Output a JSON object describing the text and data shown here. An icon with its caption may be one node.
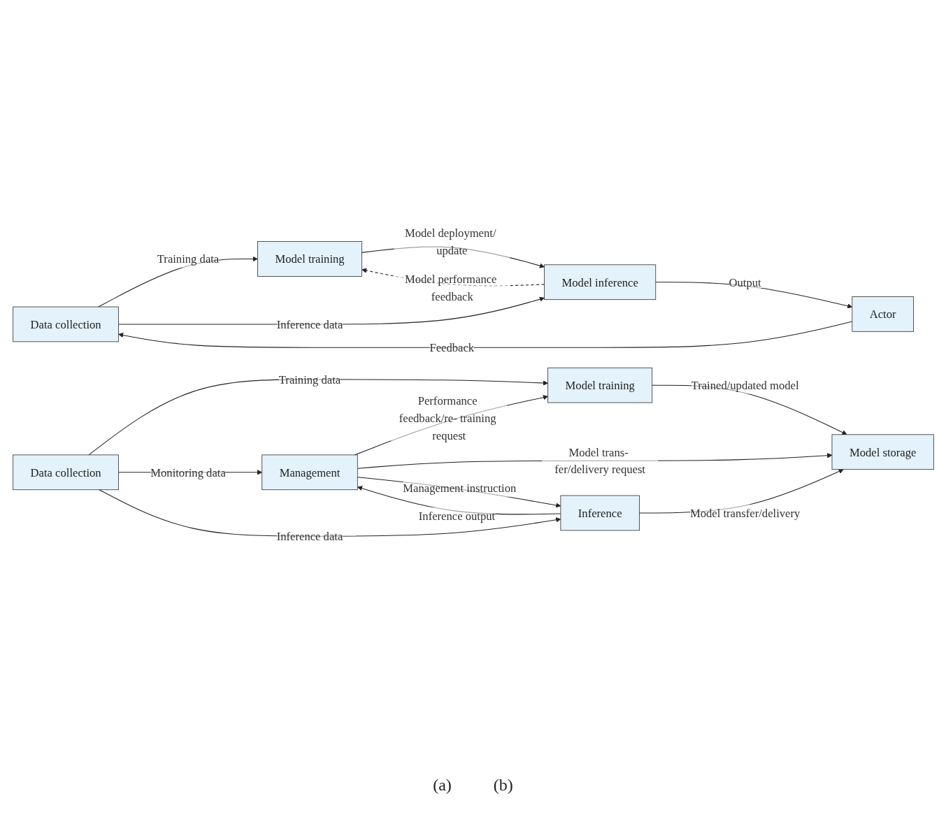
{
  "diagram": {
    "nodes": [
      {
        "text": [
          "Data collection"
        ]
      },
      {
        "text": [
          "Model training"
        ]
      },
      {
        "text": [
          "Model inference"
        ]
      },
      {
        "text": [
          "Actor"
        ]
      },
      {
        "text": [
          "Data collection"
        ]
      },
      {
        "text": [
          "Model training"
        ]
      },
      {
        "text": [
          "Management"
        ]
      },
      {
        "text": [
          "Model storage"
        ]
      },
      {
        "text": [
          "Inference"
        ]
      }
    ],
    "edges": [
      {
        "from": 0,
        "to": 1,
        "arrow": "to",
        "label": "Training data"
      },
      {
        "from": 1,
        "to": 2,
        "arrow": "to",
        "label": "Model deployment/ update"
      },
      {
        "from": 2,
        "to": 1,
        "arrow": "to",
        "label": "Model performance feedback",
        "style": "dashed"
      },
      {
        "from": 0,
        "to": 2,
        "arrow": "to",
        "label": "Inference data"
      },
      {
        "from": 2,
        "to": 3,
        "arrow": "to",
        "label": "Output"
      },
      {
        "from": 3,
        "to": 0,
        "arrow": "to",
        "label": "Feedback"
      },
      {
        "from": 4,
        "to": 5,
        "arrow": "to",
        "label": "Training data"
      },
      {
        "from": 4,
        "to": 6,
        "arrow": "to",
        "label": "Monitoring data"
      },
      {
        "from": 4,
        "to": 8,
        "arrow": "to",
        "label": "Inference data"
      },
      {
        "from": 6,
        "to": 5,
        "arrow": "to",
        "label": "Performance feedback/re- training request"
      },
      {
        "from": 5,
        "to": 7,
        "arrow": "to",
        "label": "Trained/updated model"
      },
      {
        "from": 6,
        "to": 7,
        "arrow": "to",
        "label": "Model trans- fer/delivery request"
      },
      {
        "from": 8,
        "to": 6,
        "arrow": "to",
        "label": "Inference output"
      },
      {
        "from": 6,
        "to": 8,
        "arrow": "to",
        "label": "Management instruction"
      },
      {
        "from": 8,
        "to": 7,
        "arrow": "to",
        "label": "Model transfer/delivery"
      }
    ],
    "labels": [
      "(a)",
      "(b)"
    ]
  }
}
